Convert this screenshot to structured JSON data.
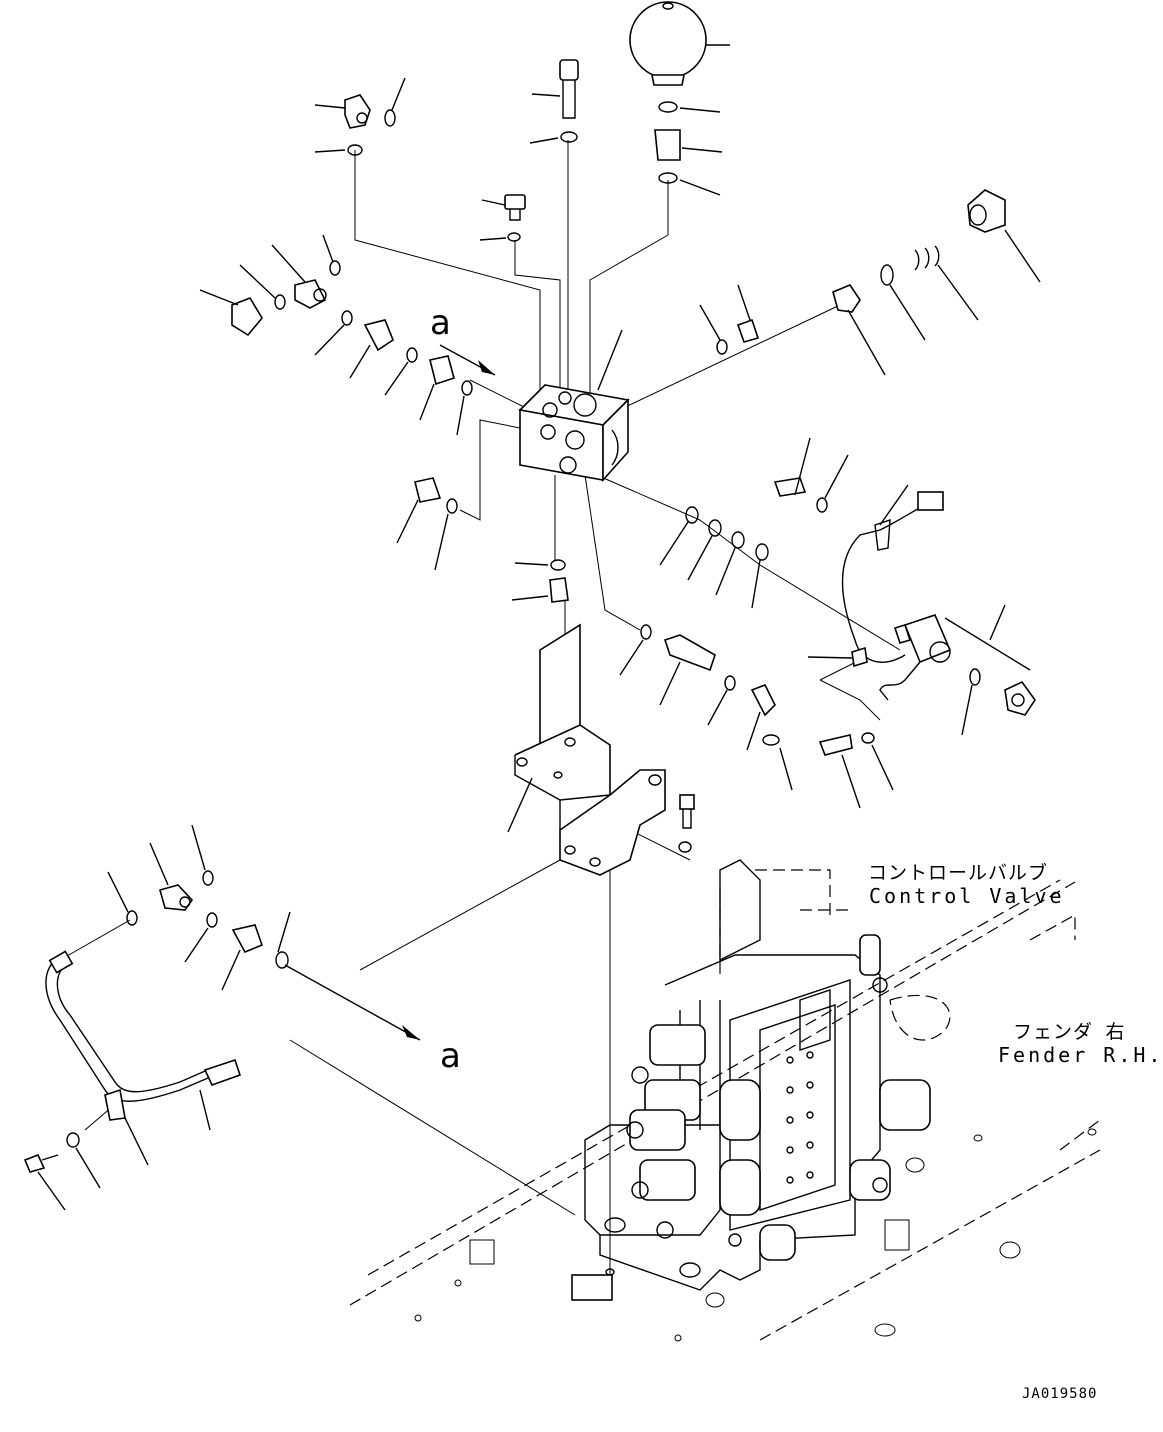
{
  "labels": {
    "control_valve_jp": "コントロールバルブ",
    "control_valve_en": "Control Valve",
    "fender_jp": "フェンダ 右",
    "fender_en": "Fender R.H.",
    "view_mark_top": "a",
    "view_mark_bottom": "a",
    "drawing_number": "JA019580"
  },
  "icons": [
    "accumulator-icon",
    "valve-block-icon",
    "bracket-icon",
    "solenoid-icon",
    "hose-icon",
    "control-valve-icon",
    "fender-icon",
    "arrow-icon"
  ]
}
